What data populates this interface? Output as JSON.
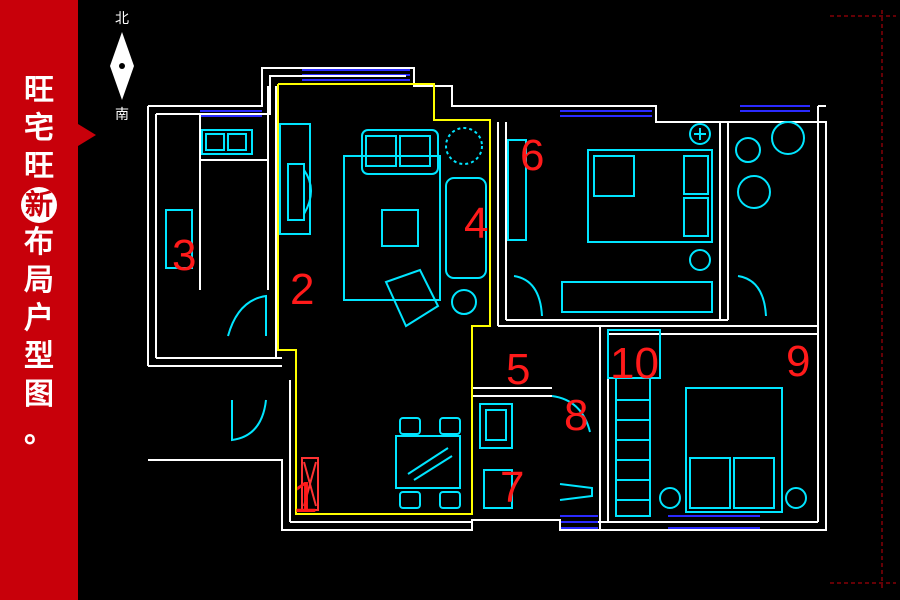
{
  "title_chars": [
    "旺",
    "宅",
    "旺",
    "新",
    "布",
    "局",
    "户",
    "型",
    "图",
    "。"
  ],
  "compass": {
    "north": "北",
    "south": "南"
  },
  "room_numbers": [
    "1",
    "2",
    "3",
    "4",
    "5",
    "6",
    "7",
    "8",
    "9",
    "10"
  ],
  "colors": {
    "sidebar": "#c8000a",
    "wall": "#ffffff",
    "furniture": "#00e5ff",
    "window": "#2020ff",
    "zone": "#ffff00",
    "number": "#ff1a1a"
  }
}
